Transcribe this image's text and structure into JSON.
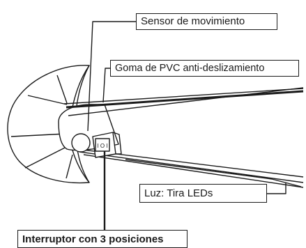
{
  "labels": {
    "sensor": "Sensor de movimiento",
    "goma": "Goma de PVC anti-deslizamiento",
    "luz": "Luz: Tira LEDs",
    "switch": "Interruptor con 3 posiciones",
    "switch_marking": "I O I"
  },
  "colors": {
    "line": "#1a1a1a",
    "fill": "#ffffff"
  }
}
